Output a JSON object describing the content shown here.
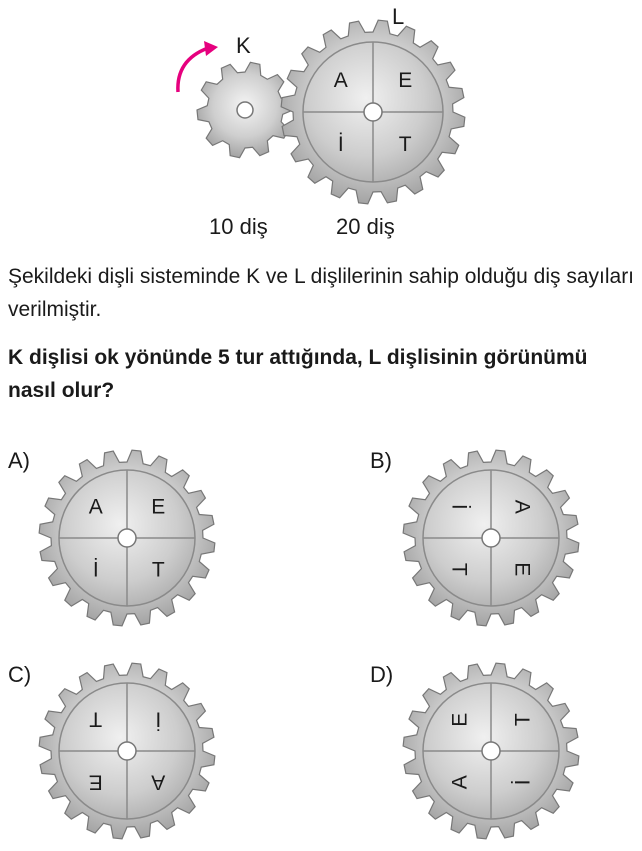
{
  "figure": {
    "gear_k_label": "K",
    "gear_l_label": "L",
    "gear_k_teeth": "10 diş",
    "gear_l_teeth": "20 diş",
    "letters": {
      "top_left": "A",
      "top_right": "E",
      "bottom_left": "İ",
      "bottom_right": "T"
    },
    "arrow_color": "#e6007e"
  },
  "text": {
    "intro": "Şekildeki dişli sisteminde K ve L dişlilerinin sahip olduğu diş sayıları verilmiştir.",
    "question": "K dişlisi ok yönünde 5 tur attığında, L dişlisinin görünümü nasıl olur?"
  },
  "options": [
    {
      "label": "A)",
      "rotation_deg": 0
    },
    {
      "label": "B)",
      "rotation_deg": 90
    },
    {
      "label": "C)",
      "rotation_deg": 180
    },
    {
      "label": "D)",
      "rotation_deg": 270
    }
  ]
}
